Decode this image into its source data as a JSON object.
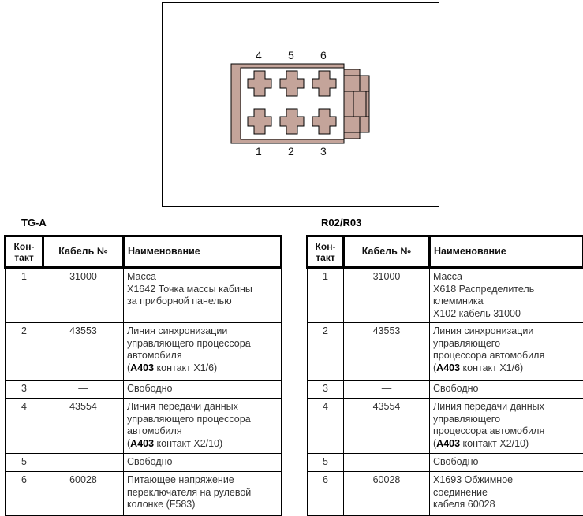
{
  "figure": {
    "pins_top": [
      "4",
      "5",
      "6"
    ],
    "pins_bottom": [
      "1",
      "2",
      "3"
    ],
    "connector_color": "#c4a49a"
  },
  "tables": [
    {
      "title": "TG-A",
      "headers": {
        "contact": [
          "Кон-",
          "такт"
        ],
        "cable": "Кабель №",
        "name": "Наименование"
      },
      "rows": [
        {
          "contact": "1",
          "cable": "31000",
          "lines": [
            {
              "t": "Масса"
            },
            {
              "t": "X1642 Точка массы кабины"
            },
            {
              "t": "за приборной панелью"
            }
          ]
        },
        {
          "contact": "2",
          "cable": "43553",
          "lines": [
            {
              "t": "Линия синхронизации"
            },
            {
              "t": "управляющего процессора"
            },
            {
              "t": "автомобиля"
            },
            {
              "pre": "(",
              "b": "A403",
              "post": " контакт X1/6)"
            }
          ]
        },
        {
          "contact": "3",
          "cable": "—",
          "lines": [
            {
              "t": "Свободно"
            }
          ]
        },
        {
          "contact": "4",
          "cable": "43554",
          "lines": [
            {
              "t": "Линия передачи данных"
            },
            {
              "t": "управляющего процессора"
            },
            {
              "t": "автомобиля"
            },
            {
              "pre": "(",
              "b": "A403",
              "post": " контакт X2/10)"
            }
          ]
        },
        {
          "contact": "5",
          "cable": "—",
          "lines": [
            {
              "t": "Свободно"
            }
          ]
        },
        {
          "contact": "6",
          "cable": "60028",
          "lines": [
            {
              "t": "Питающее напряжение"
            },
            {
              "t": "переключателя на рулевой"
            },
            {
              "t": "колонке (F583)"
            }
          ]
        }
      ]
    },
    {
      "title": "R02/R03",
      "headers": {
        "contact": [
          "Кон-",
          "такт"
        ],
        "cable": "Кабель №",
        "name": "Наименование"
      },
      "rows": [
        {
          "contact": "1",
          "cable": "31000",
          "lines": [
            {
              "t": "Масса"
            },
            {
              "t": "X618 Распределитель"
            },
            {
              "t": "клеммника"
            },
            {
              "t": "X102 кабель 31000"
            }
          ]
        },
        {
          "contact": "2",
          "cable": "43553",
          "lines": [
            {
              "t": "Линия синхронизации"
            },
            {
              "t": "управляющего"
            },
            {
              "t": "процессора автомобиля"
            },
            {
              "pre": "(",
              "b": "A403",
              "post": " контакт X1/6)"
            }
          ]
        },
        {
          "contact": "3",
          "cable": "—",
          "lines": [
            {
              "t": "Свободно"
            }
          ]
        },
        {
          "contact": "4",
          "cable": "43554",
          "lines": [
            {
              "t": "Линия передачи данных"
            },
            {
              "t": "управляющего"
            },
            {
              "t": "процессора автомобиля"
            },
            {
              "pre": "(",
              "b": "A403",
              "post": " контакт X2/10)"
            }
          ]
        },
        {
          "contact": "5",
          "cable": "—",
          "lines": [
            {
              "t": "Свободно"
            }
          ]
        },
        {
          "contact": "6",
          "cable": "60028",
          "lines": [
            {
              "t": "X1693 Обжимное"
            },
            {
              "t": "соединение"
            },
            {
              "t": "кабеля 60028"
            }
          ]
        }
      ]
    }
  ]
}
